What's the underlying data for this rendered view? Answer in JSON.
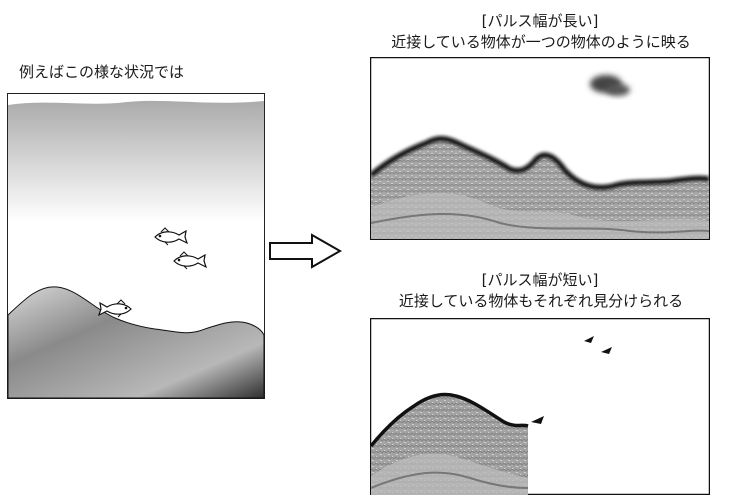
{
  "scene": {
    "caption": "例えばこの様な状況では",
    "colors": {
      "water_top": "#9e9e9e",
      "water_bottom": "#ffffff",
      "bottom_light": "#d0d0d0",
      "bottom_dark": "#2a2a2a"
    }
  },
  "arrow": {
    "icon": "right-arrow-icon"
  },
  "long_pulse": {
    "title": "[パルス幅が長い]",
    "description": "近接している物体が一つの物体のように映る"
  },
  "short_pulse": {
    "title": "[パルス幅が短い]",
    "description": "近接している物体もそれぞれ見分けられる"
  },
  "icons": {
    "fish": "fish-icon"
  }
}
